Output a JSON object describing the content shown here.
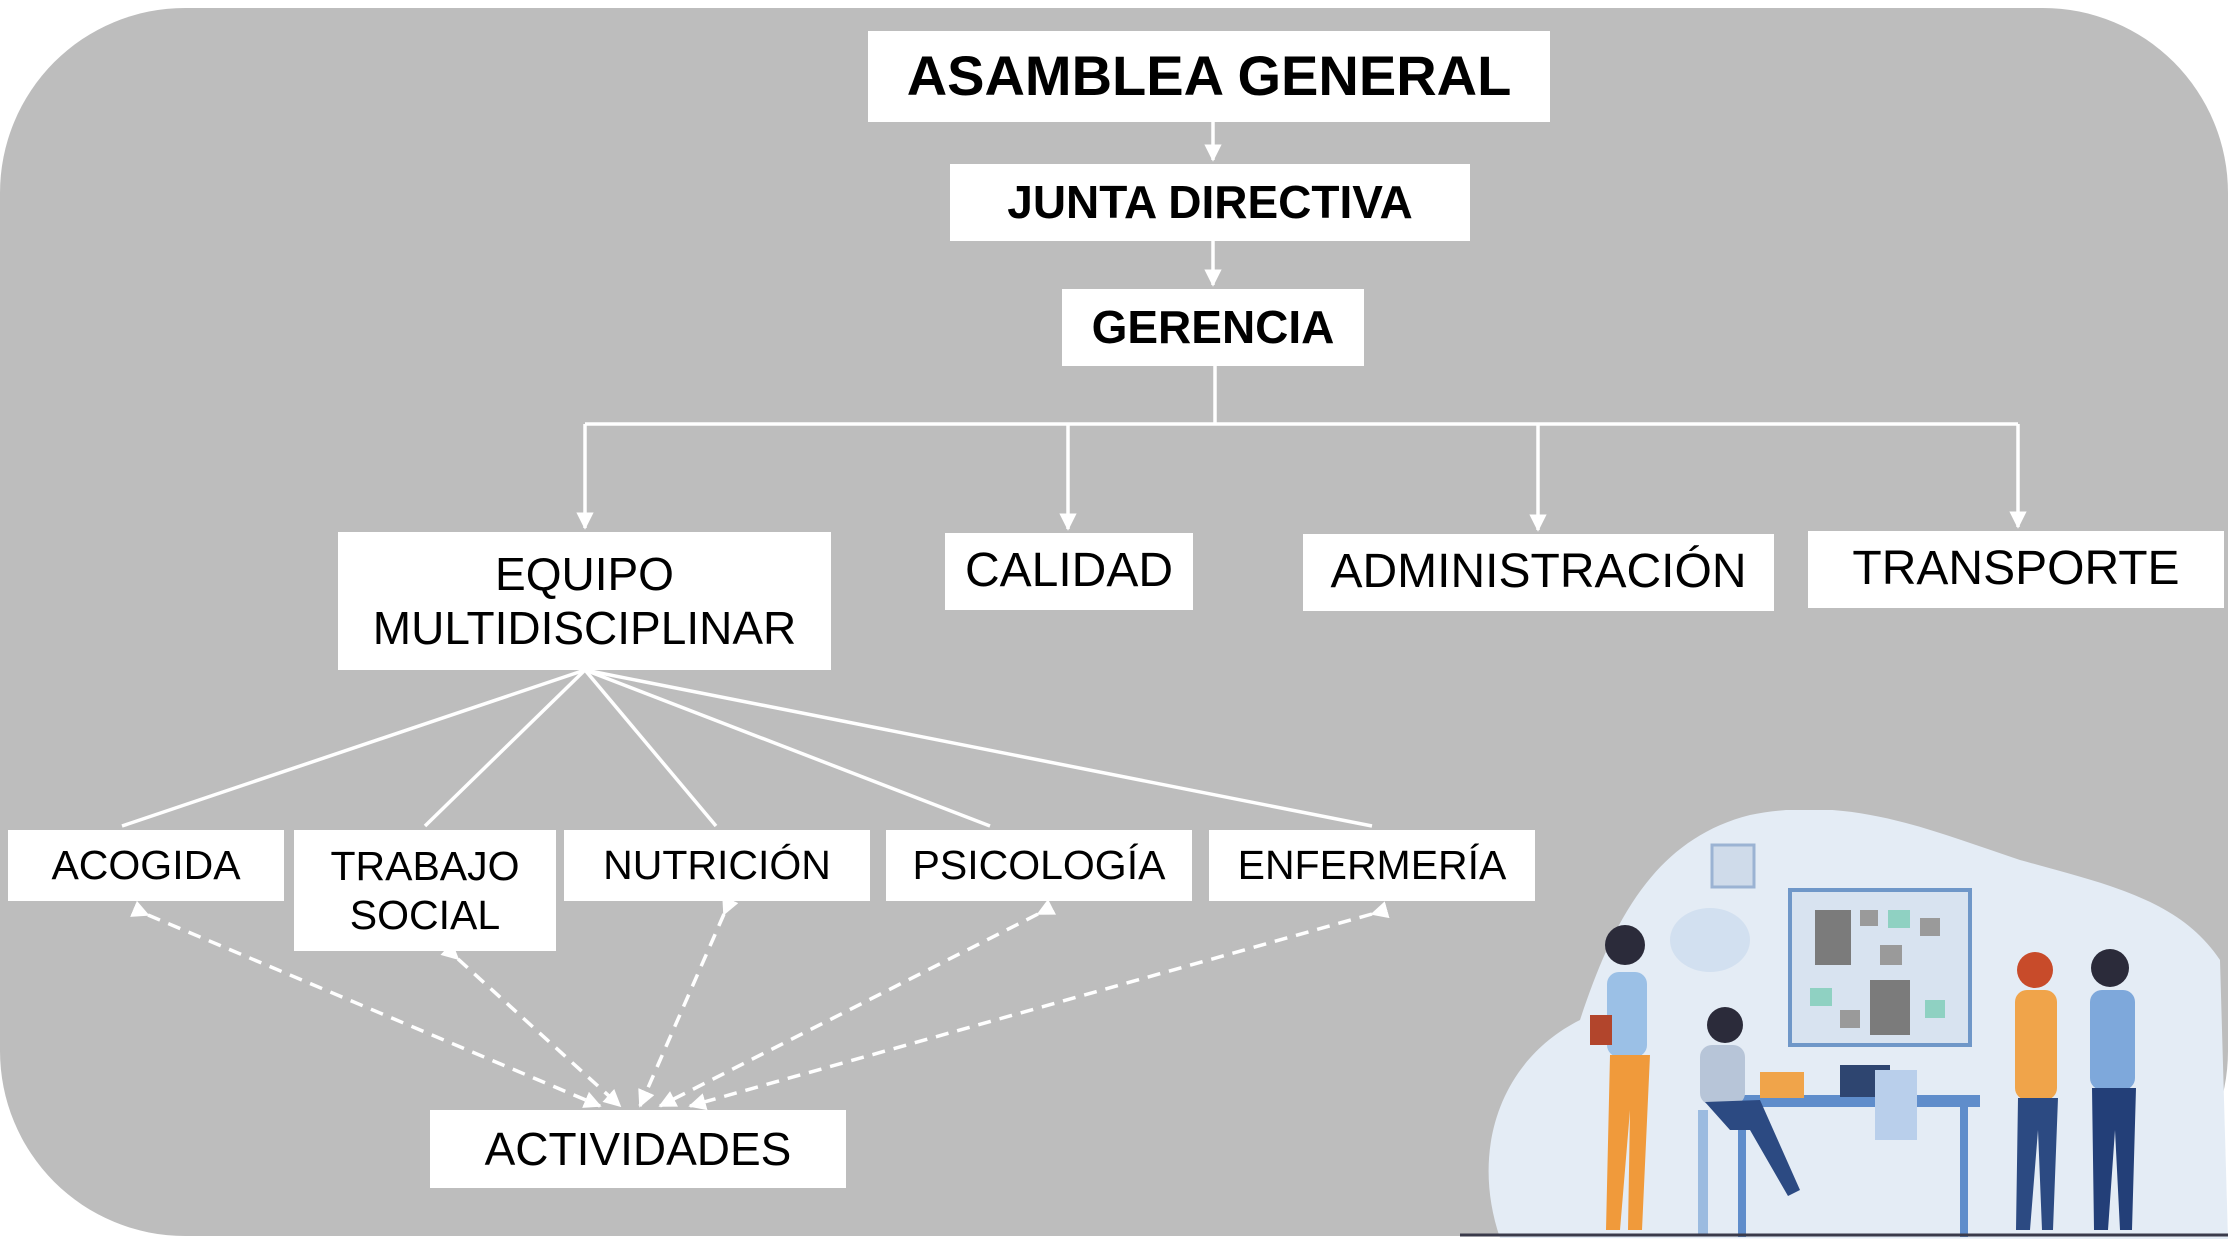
{
  "colors": {
    "background": "#bdbdbd",
    "box": "#ffffff",
    "connector": "#ffffff",
    "text": "#000000"
  },
  "nodes": {
    "asamblea": "ASAMBLEA GENERAL",
    "junta": "JUNTA DIRECTIVA",
    "gerencia": "GERENCIA",
    "equipo_line1": "EQUIPO",
    "equipo_line2": "MULTIDISCIPLINAR",
    "calidad": "CALIDAD",
    "administracion": "ADMINISTRACIÓN",
    "transporte": "TRANSPORTE",
    "acogida": "ACOGIDA",
    "trabajo_line1": "TRABAJO",
    "trabajo_line2": "SOCIAL",
    "nutricion": "NUTRICIÓN",
    "psicologia": "PSICOLOGÍA",
    "enfermeria": "ENFERMERÍA",
    "actividades": "ACTIVIDADES"
  },
  "illustration": {
    "description_icon": "team-meeting-illustration"
  }
}
